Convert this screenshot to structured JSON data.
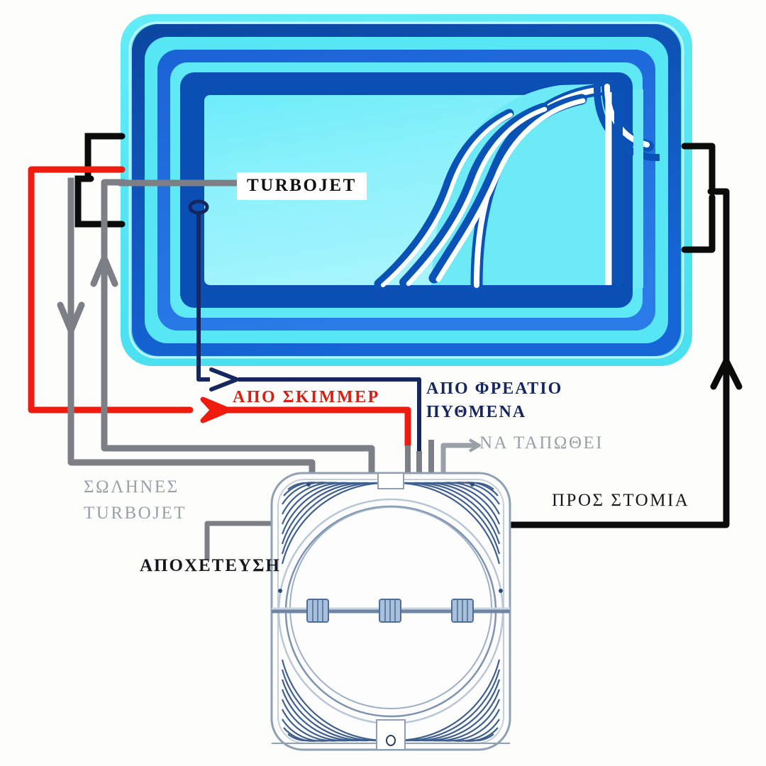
{
  "diagram": {
    "title": "Pool turbojet / filter plumbing schematic",
    "labels": {
      "turbojet": "TURBOJET",
      "from_skimmer": "ΑΠΟ ΣΚΙΜΜΕΡ",
      "from_bottom_drain_line1": "ΑΠΟ ΦΡΕΑΤΙΟ",
      "from_bottom_drain_line2": "ΠΥΘΜΕΝΑ",
      "to_be_plugged": "ΝΑ ΤΑΠΩΘΕΙ",
      "turbojet_pipes_line1": "ΣΩΛΗΝΕΣ",
      "turbojet_pipes_line2": "TURBOJET",
      "drain": "ΑΠΟΧΕΤΕΥΣΗ",
      "to_outlets": "ΠΡΟΣ ΣΤΟΜΙΑ"
    },
    "colors": {
      "background": "#fdfdfc",
      "pool_rim_cyan": "#55e8f5",
      "pool_blue_mid": "#1e6fd9",
      "pool_blue_bright": "#1464d8",
      "pool_navy": "#0d4fa8",
      "pool_water": "#8df0fb",
      "pipe_red": "#ef1b0e",
      "pipe_gray": "#7c8086",
      "pipe_navy": "#16265e",
      "pipe_black": "#0b0b0b",
      "label_gray": "#9aa0a8",
      "filter_outline": "#7d8fa8",
      "filter_hatch": "#3f5f8f"
    },
    "elements": {
      "pool": "swimming-pool-top-view",
      "filter": "sand-filter-top-view",
      "turbojet_nozzle": "turbojet-nozzle-oval",
      "arrows": [
        "flow-down-left",
        "flow-up-left",
        "flow-right-navy",
        "flow-right-red",
        "flow-up-right"
      ]
    }
  }
}
